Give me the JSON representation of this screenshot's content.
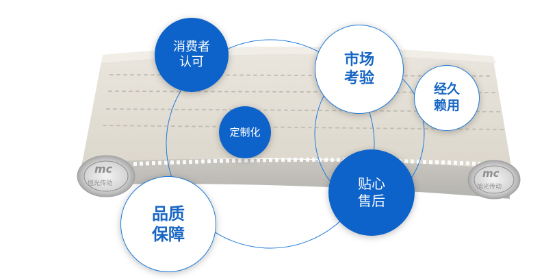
{
  "colors": {
    "accent_solid": "#0d63c9",
    "accent_text": "#1766c4",
    "ring": "#1e7ad8",
    "belt": "#e3ded4"
  },
  "logo": {
    "left_text": "mc 旭光传动",
    "right_text": "mc 旭光传动"
  },
  "bubbles": {
    "consumer": "消费者\n认可",
    "market": "市场\n考验",
    "durable": "经久\n赖用",
    "custom": "定制化",
    "service": "贴心\n售后",
    "quality": "品质\n保障"
  }
}
